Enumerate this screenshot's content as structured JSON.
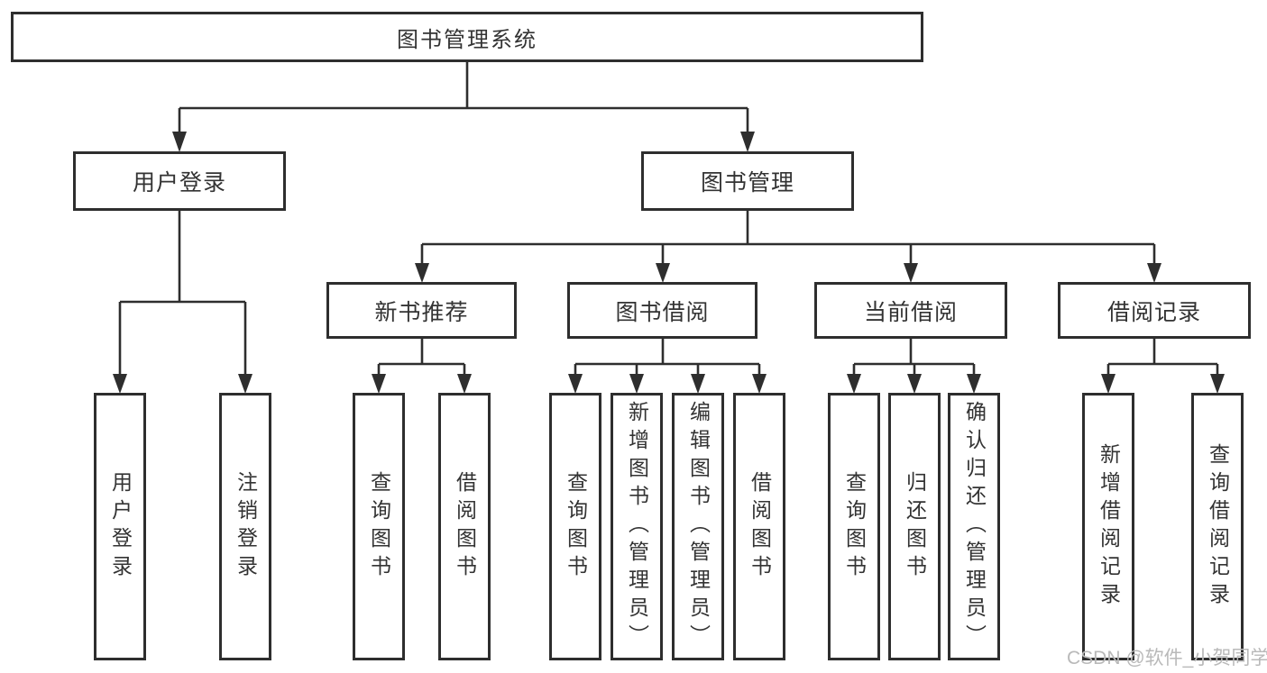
{
  "diagram": {
    "title": "图书管理系统",
    "tree": {
      "label": "图书管理系统",
      "children": [
        {
          "label": "用户登录",
          "children": [
            {
              "label": "用户登录"
            },
            {
              "label": "注销登录"
            }
          ]
        },
        {
          "label": "图书管理",
          "children": [
            {
              "label": "新书推荐",
              "children": [
                {
                  "label": "查询图书"
                },
                {
                  "label": "借阅图书"
                }
              ]
            },
            {
              "label": "图书借阅",
              "children": [
                {
                  "label": "查询图书"
                },
                {
                  "label": "新增图书（管理员）"
                },
                {
                  "label": "编辑图书（管理员）"
                },
                {
                  "label": "借阅图书"
                }
              ]
            },
            {
              "label": "当前借阅",
              "children": [
                {
                  "label": "查询图书"
                },
                {
                  "label": "归还图书"
                },
                {
                  "label": "确认归还（管理员）"
                }
              ]
            },
            {
              "label": "借阅记录",
              "children": [
                {
                  "label": "新增借阅记录"
                },
                {
                  "label": "查询借阅记录"
                }
              ]
            }
          ]
        }
      ]
    },
    "watermark": "CSDN @软件_小贺同学",
    "colors": {
      "line": "#2e2e2e",
      "box_background": "#ffffff",
      "text": "#333333",
      "watermark": "#b9b9b9"
    }
  }
}
